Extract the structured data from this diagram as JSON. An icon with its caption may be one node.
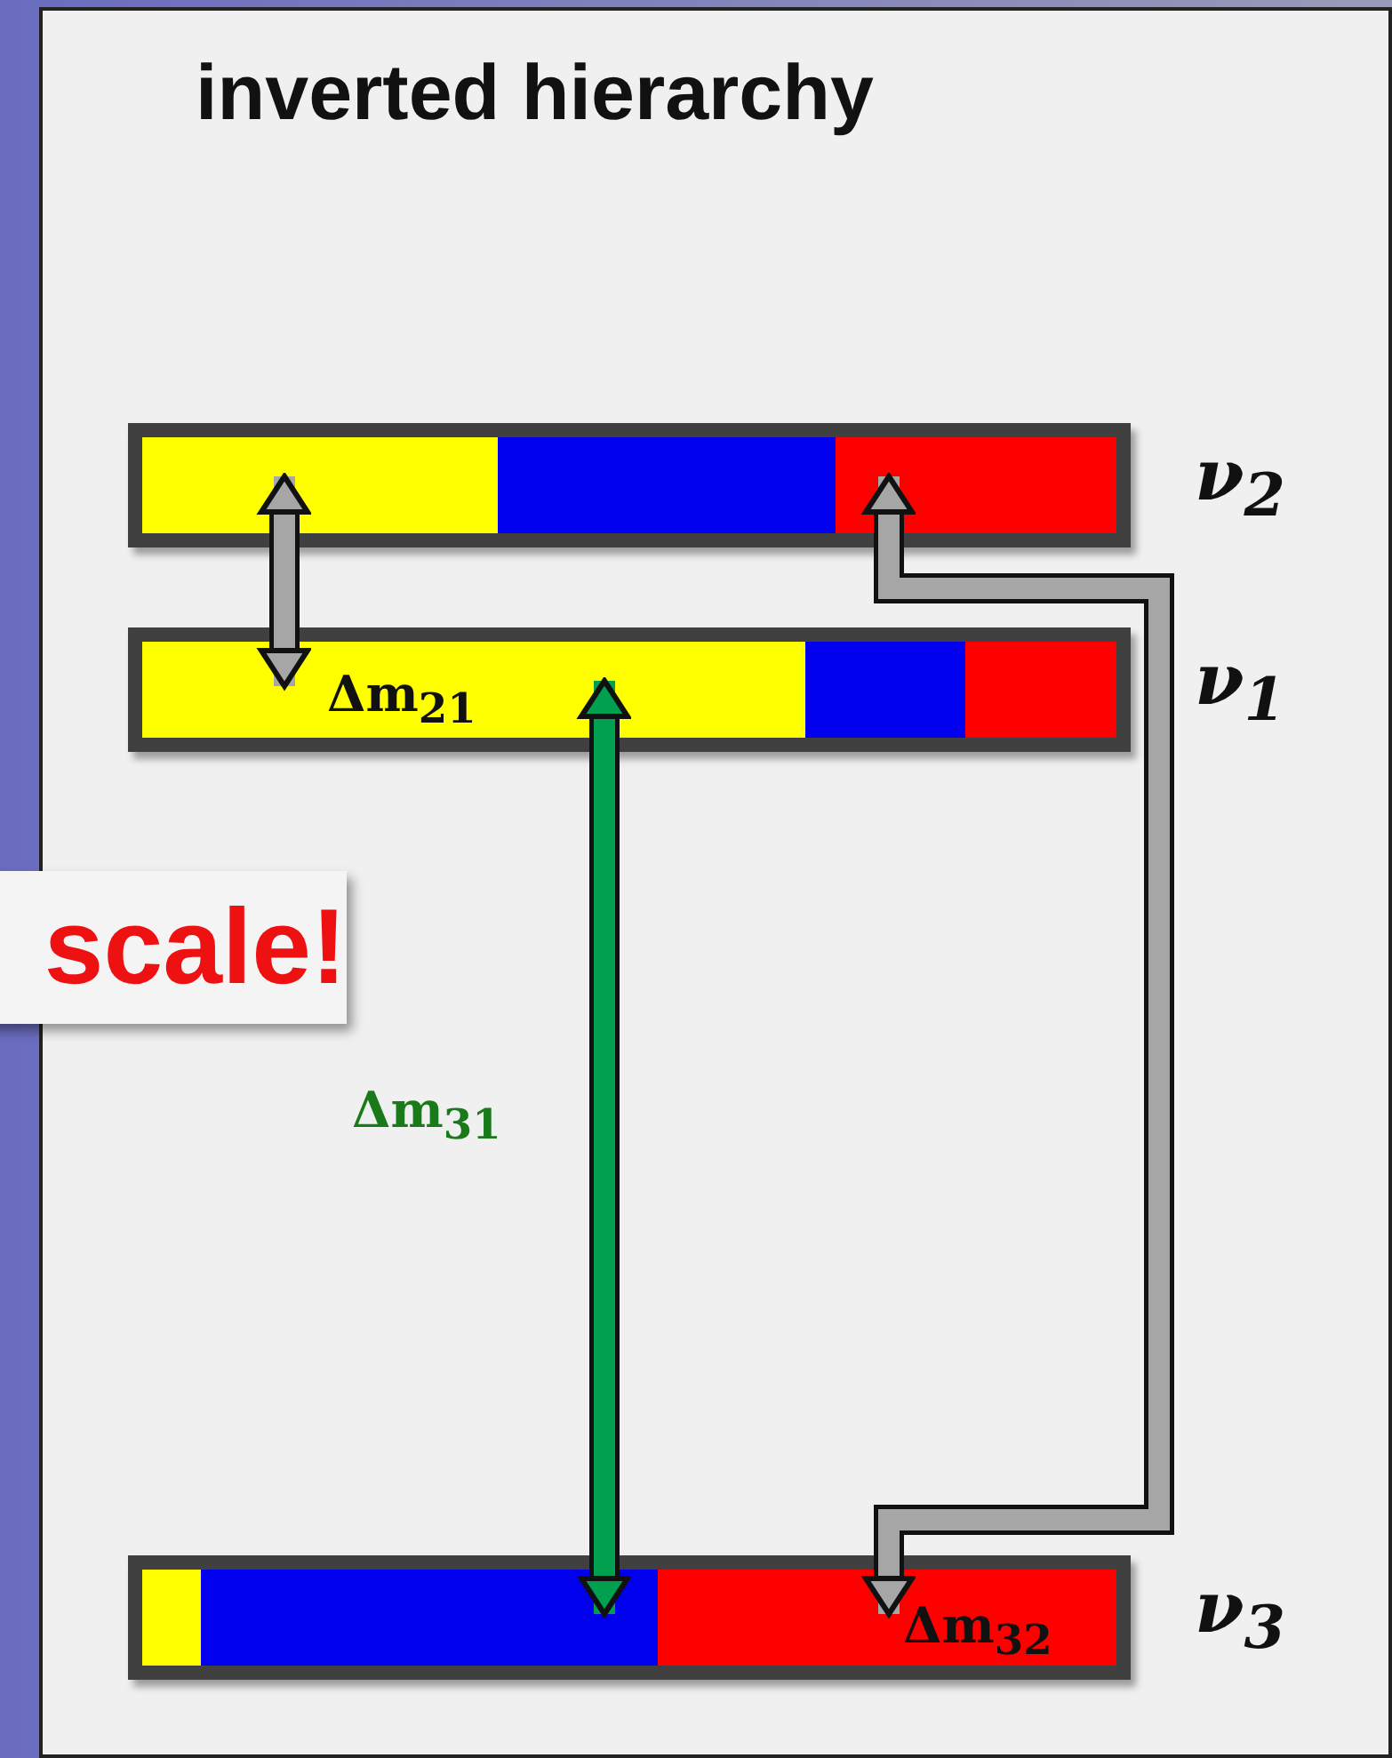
{
  "diagram": {
    "title": "inverted hierarchy",
    "nodes": [
      {
        "text": [],
        "shape": "bar",
        "beside": [
          "ν$_{2}$"
        ]
      },
      {
        "text": [],
        "shape": "bar",
        "beside": [
          "ν$_{1}$"
        ]
      },
      {
        "text": [],
        "shape": "bar",
        "beside": [
          "ν$_{3}$"
        ]
      }
    ],
    "edges": [
      {
        "from": 0,
        "to": 1,
        "arrow": "both",
        "label": "Δm$_{21}$"
      },
      {
        "from": 1,
        "to": 2,
        "arrow": "both",
        "label": "Δm$_{31}$",
        "color": "#00a050"
      },
      {
        "from": 0,
        "to": 2,
        "arrow": "both",
        "label": "Δm$_{32}$"
      }
    ],
    "labels": [
      "scale!"
    ]
  }
}
